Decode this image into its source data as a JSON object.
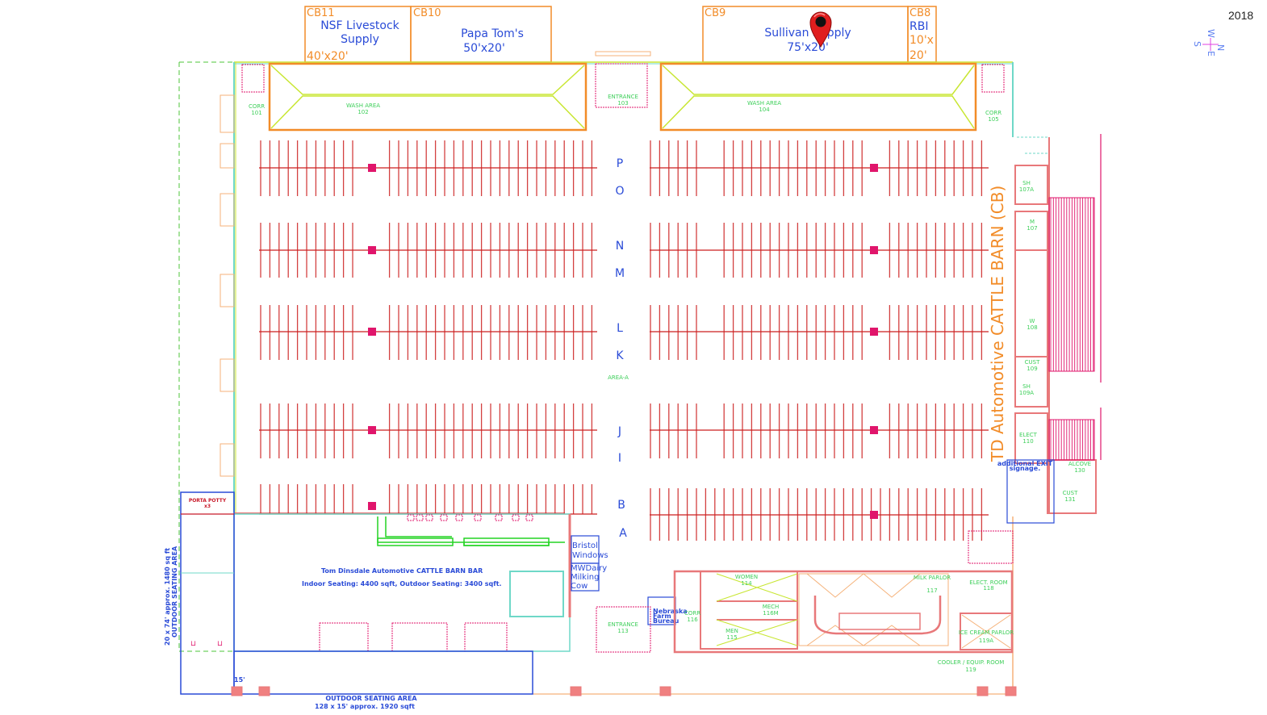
{
  "year": "2018",
  "compass": {
    "n": "N",
    "s": "S",
    "e": "E",
    "w": "W"
  },
  "booths": [
    {
      "code": "CB11",
      "name_line1": "NSF Livestock",
      "name_line2": "Supply",
      "size": "40'x20'"
    },
    {
      "code": "CB10",
      "name_line1": "Papa Tom's",
      "size": "50'x20'"
    },
    {
      "code": "CB9",
      "name_line1": "Sullivan Supply",
      "size": "75'x20'",
      "marker": "map-pin"
    },
    {
      "code": "CB8",
      "name_line1": "RBI",
      "size_line1": "10'x",
      "size_line2": "20'"
    }
  ],
  "building_title": "TD Automotive CATTLE BARN (CB)",
  "rooms": {
    "corr101": {
      "name": "CORR",
      "num": "101"
    },
    "wash102": {
      "name": "WASH AREA",
      "num": "102"
    },
    "entrance103": {
      "name": "ENTRANCE",
      "num": "103"
    },
    "wash104": {
      "name": "WASH AREA",
      "num": "104"
    },
    "corr105": {
      "name": "CORR",
      "num": "105"
    },
    "sh107a": {
      "name": "SH",
      "num": "107A"
    },
    "m107": {
      "name": "M",
      "num": "107"
    },
    "w108": {
      "name": "W",
      "num": "108"
    },
    "cust109": {
      "name": "CUST",
      "num": "109"
    },
    "sh109a": {
      "name": "SH",
      "num": "109A"
    },
    "elect110": {
      "name": "ELECT",
      "num": "110"
    },
    "alcove130": {
      "name": "ALCOVE",
      "num": "130"
    },
    "cust131": {
      "name": "CUST",
      "num": "131"
    },
    "women114": {
      "name": "WOMEN",
      "num": "114"
    },
    "mech116m": {
      "name": "MECH",
      "num": "116M"
    },
    "men115": {
      "name": "MEN",
      "num": "115"
    },
    "corr116": {
      "name": "CORR",
      "num": "116"
    },
    "entrance113": {
      "name": "ENTRANCE",
      "num": "113"
    },
    "milk117": {
      "name": "MILK PARLOR",
      "num": "117"
    },
    "elect118": {
      "name": "ELECT. ROOM",
      "num": "118"
    },
    "ice119a": {
      "name": "ICE CREAM PARLOR",
      "num": "119A"
    },
    "cooler119": {
      "name": "COOLER / EQUIP. ROOM",
      "num": "119"
    },
    "area_a": {
      "name": "AREA-A"
    }
  },
  "row_letters": [
    "P",
    "O",
    "N",
    "M",
    "L",
    "K",
    "J",
    "I",
    "B",
    "A"
  ],
  "bar": {
    "title": "Tom Dinsdale Automotive CATTLE BARN BAR",
    "seating": "Indoor Seating:  4400 sqft, Outdoor Seating:  3400 sqft."
  },
  "vendors_small": [
    {
      "line1": "Bristol",
      "line2": "Windows"
    },
    {
      "line1": "MWDairy",
      "line2": "Milking",
      "line3": "Cow"
    }
  ],
  "nebraska_farm_bureau": {
    "line1": "Nebraska",
    "line2": "Farm",
    "line3": "Bureau"
  },
  "porta_potty": {
    "line1": "PORTA POTTY",
    "line2": "x3"
  },
  "exit_signage": {
    "line1": "additional EXIT",
    "line2": "signage."
  },
  "outdoor_west": {
    "line1": "20  x 74' approx. 1480 sq ft",
    "line2": "OUTDOOR SEATING AREA"
  },
  "outdoor_south": {
    "line1": "OUTDOOR SEATING AREA",
    "line2": "128 x 15' approx. 1920 sqft",
    "dim": "15'"
  },
  "colors": {
    "booth_border": "#f28c28",
    "booth_text": "#2a4bd7",
    "stall_red": "#cc1f1f",
    "wall_pink": "#e8787a",
    "magenta": "#e0156b",
    "teal": "#6fd8c8",
    "yellow_green": "#c8e632",
    "room_label": "#3ecf5a",
    "outdoor_blue": "#2a4bd7",
    "dashed_green": "#4cc63a"
  }
}
